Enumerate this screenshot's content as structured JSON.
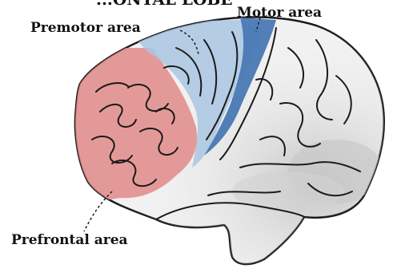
{
  "diagram": {
    "partial_header": "...ONTAL LOBE",
    "labels": {
      "premotor": "Premotor area",
      "motor": "Motor area",
      "prefrontal": "Prefrontal area"
    },
    "colors": {
      "prefrontal": "#e28a8a",
      "premotor": "#a9c6e2",
      "motor": "#4a78b4",
      "brain_fill": "#f1f1f1",
      "brain_shade": "#bdbdbd",
      "outline": "#1a1a1a"
    }
  }
}
